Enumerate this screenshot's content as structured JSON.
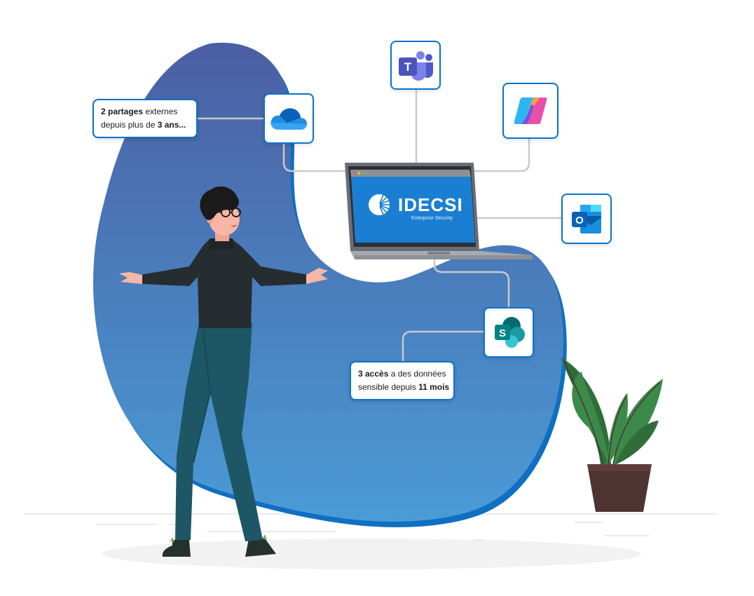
{
  "colors": {
    "blob_top": "#4b5fa3",
    "blob_bottom": "#4a9bd6",
    "accent_border": "#0a73c9",
    "connector": "#c8c8c8",
    "screen": "#1a7fd2"
  },
  "laptop": {
    "brand_name": "IDECSI",
    "brand_tagline": "Enterprise Security"
  },
  "callouts": {
    "onedrive": {
      "bold_1": "2 partages",
      "text_1": " externes",
      "text_2": "depuis plus de ",
      "bold_2": "3 ans..."
    },
    "sharepoint": {
      "bold_1": "3 accès",
      "text_1": " a des données",
      "text_2": "sensible depuis ",
      "bold_2": "11 mois"
    }
  },
  "apps": [
    {
      "icon": "onedrive-icon"
    },
    {
      "icon": "teams-icon",
      "letter": "T"
    },
    {
      "icon": "copilot-icon"
    },
    {
      "icon": "outlook-icon",
      "letter": "O"
    },
    {
      "icon": "sharepoint-icon",
      "letter": "S"
    }
  ]
}
